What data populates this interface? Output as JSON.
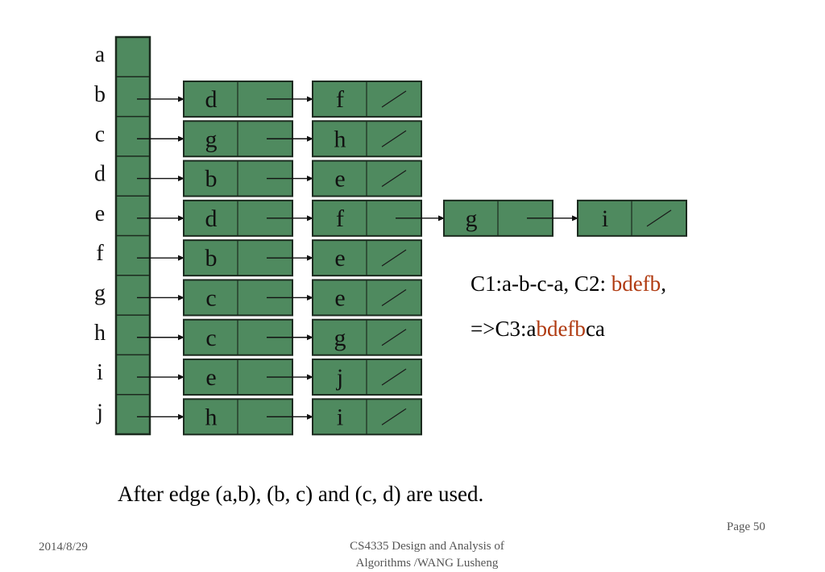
{
  "colors": {
    "node_fill": "#4f8a5f",
    "node_border": "#1c2a1f",
    "accent": "#b03a10",
    "pointer": "#111111"
  },
  "icons": {
    "null_pointer": "slash-null-icon",
    "pointer": "arrow-right-icon"
  },
  "vertices": [
    "a",
    "b",
    "c",
    "d",
    "e",
    "f",
    "g",
    "h",
    "i",
    "j"
  ],
  "adjacency": [
    {
      "vertex": "a",
      "nodes": []
    },
    {
      "vertex": "b",
      "nodes": [
        "d",
        "f"
      ]
    },
    {
      "vertex": "c",
      "nodes": [
        "g",
        "h"
      ]
    },
    {
      "vertex": "d",
      "nodes": [
        "b",
        "e"
      ]
    },
    {
      "vertex": "e",
      "nodes": [
        "d",
        "f",
        "g",
        "i"
      ]
    },
    {
      "vertex": "f",
      "nodes": [
        "b",
        "e"
      ]
    },
    {
      "vertex": "g",
      "nodes": [
        "c",
        "e"
      ]
    },
    {
      "vertex": "h",
      "nodes": [
        "c",
        "g"
      ]
    },
    {
      "vertex": "i",
      "nodes": [
        "e",
        "j"
      ]
    },
    {
      "vertex": "j",
      "nodes": [
        "h",
        "i"
      ]
    }
  ],
  "notes": {
    "line1_prefix": "C1:a-b-c-a,  C2: ",
    "line1_highlight": "bdefb",
    "line1_suffix": ",",
    "line2_prefix": "=>C3:a",
    "line2_highlight": "bdefb",
    "line2_suffix": "ca"
  },
  "caption": "After edge (a,b), (b, c) and (c, d) are used.",
  "footer": {
    "date": "2014/8/29",
    "course_line1": "CS4335 Design and Analysis of",
    "course_line2": "Algorithms /WANG Lusheng",
    "page": "Page 50"
  }
}
